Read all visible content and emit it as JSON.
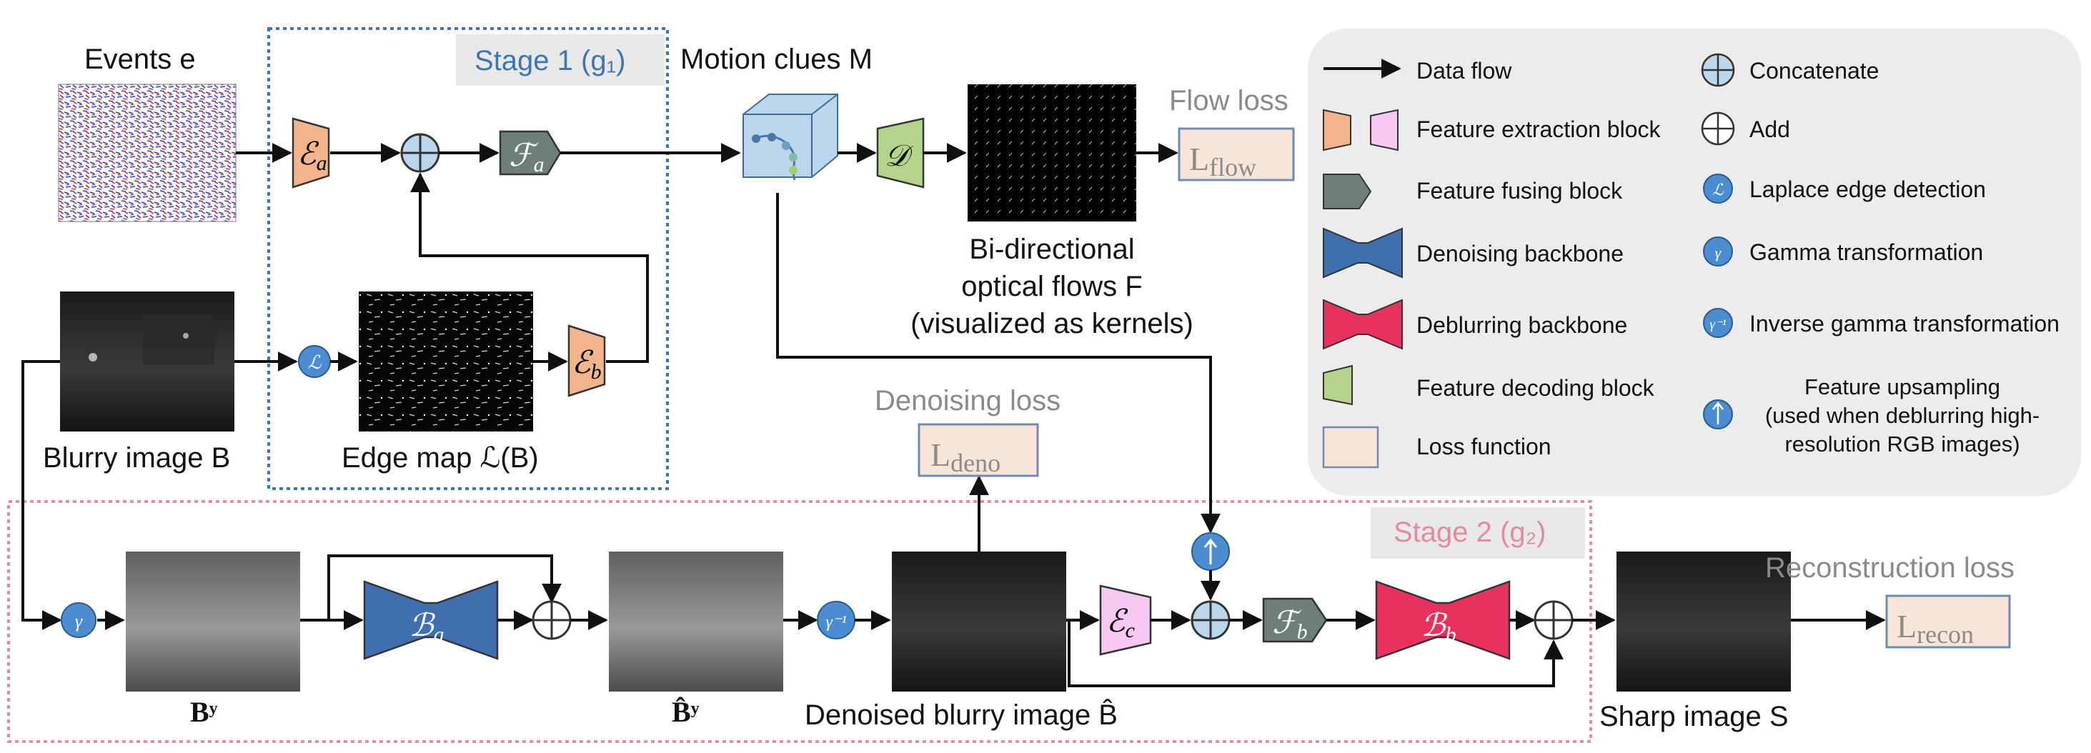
{
  "events_label": "Events e",
  "stage1_label": "Stage 1 (g₁)",
  "motion_clues_label": "Motion clues M",
  "flow_loss_label": "Flow loss",
  "loss_flow_symbol": "L",
  "loss_flow_sub": "flow",
  "flows_caption_1": "Bi-directional",
  "flows_caption_2": "optical flows F",
  "flows_caption_3": "(visualized as kernels)",
  "blurry_image_label": "Blurry image B",
  "edge_map_label": "Edge map ℒ(B)",
  "denoising_loss_label": "Denoising loss",
  "loss_deno_symbol": "L",
  "loss_deno_sub": "deno",
  "stage2_label": "Stage 2 (g₂)",
  "reconstruction_loss_label": "Reconstruction loss",
  "loss_recon_symbol": "L",
  "loss_recon_sub": "recon",
  "b_gamma_label": "Bʸ",
  "b_hat_gamma_label": "B̂ʸ",
  "denoised_label": "Denoised blurry image B̂",
  "sharp_label": "Sharp image S",
  "blocks": {
    "ea": "ℰ",
    "ea_sub": "a",
    "eb": "ℰ",
    "eb_sub": "b",
    "ec": "ℰ",
    "ec_sub": "c",
    "fa": "ℱ",
    "fa_sub": "a",
    "fb": "ℱ",
    "fb_sub": "b",
    "d": "𝒟",
    "ba": "ℬ",
    "ba_sub": "a",
    "bb": "ℬ",
    "bb_sub": "b",
    "laplace": "ℒ",
    "gamma": "γ",
    "inv_gamma": "γ⁻¹"
  },
  "legend": {
    "data_flow": "Data flow",
    "feature_extraction": "Feature extraction block",
    "feature_fusing": "Feature fusing block",
    "denoising_backbone": "Denoising backbone",
    "deblurring_backbone": "Deblurring backbone",
    "feature_decoding": "Feature decoding block",
    "loss_function": "Loss function",
    "concatenate": "Concatenate",
    "add": "Add",
    "laplace": "Laplace edge detection",
    "gamma": "Gamma transformation",
    "inverse_gamma": "Inverse gamma transformation",
    "upsampling_1": "Feature upsampling",
    "upsampling_2": "(used when deblurring high-",
    "upsampling_3": "resolution RGB images)",
    "laplace_icon": "ℒ",
    "gamma_icon": "γ",
    "inv_gamma_icon": "γ⁻¹"
  },
  "colors": {
    "orange": "#f2b48a",
    "pink": "#f5c9f1",
    "green": "#b3d58b",
    "darkgray": "#6e7f78",
    "blue": "#3f6fb0",
    "red": "#e6325d",
    "loss_fill": "#f8e5d8",
    "loss_border": "#6c8cb2",
    "stage1": "#3d76b0",
    "stage2": "#e48aa1",
    "circle_blue": "#4c8dd1"
  }
}
